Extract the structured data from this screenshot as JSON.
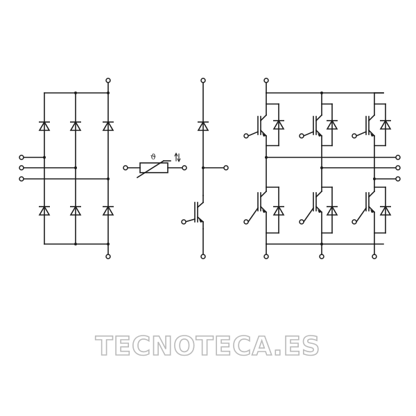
{
  "diagram": {
    "sections": [
      "rectifier-bridge",
      "ntc-thermistor",
      "brake-chopper",
      "igbt-inverter"
    ],
    "thermistor_symbol": "ϑ",
    "colors": {
      "line": "#1a1a1a",
      "background": "#ffffff",
      "watermark_outline": "#b9b9b9"
    }
  },
  "watermark": {
    "text": "TECNOTECA.ES"
  }
}
